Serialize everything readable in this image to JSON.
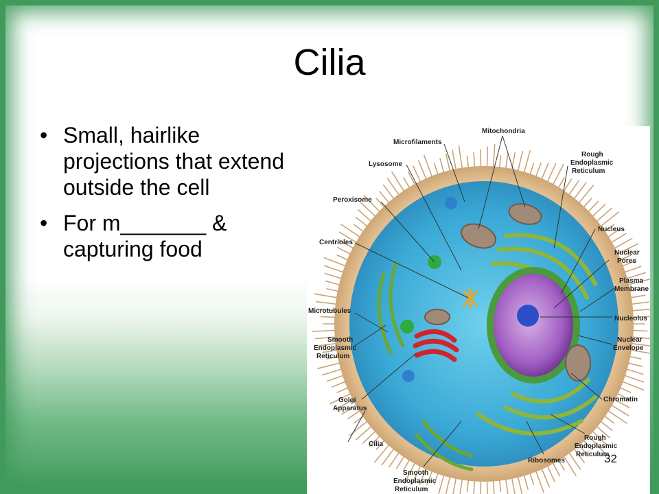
{
  "slide": {
    "title": "Cilia",
    "bullets": [
      "Small, hairlike projections that extend outside the cell",
      "For m_______ & capturing food"
    ],
    "page_number": "32"
  },
  "diagram": {
    "labels": {
      "mitochondria": "Mitochondria",
      "microfilaments": "Microfilaments",
      "lysosome": "Lysosome",
      "rough_er_top_1": "Rough",
      "rough_er_top_2": "Endoplasmic",
      "rough_er_top_3": "Reticulum",
      "peroxisome": "Peroxisome",
      "nucleus": "Nucleus",
      "centrioles": "Centrioles",
      "nuclear_pores_1": "Nuclear",
      "nuclear_pores_2": "Pores",
      "plasma_membrane_1": "Plasma",
      "plasma_membrane_2": "Membrane",
      "microtubules": "Microtubules",
      "nucleolus": "Nucleolus",
      "smooth_er_left_1": "Smooth",
      "smooth_er_left_2": "Endoplasmic",
      "smooth_er_left_3": "Reticulum",
      "nuclear_envelope_1": "Nuclear",
      "nuclear_envelope_2": "Envelope",
      "chromatin": "Chromatin",
      "golgi_1": "Golgi",
      "golgi_2": "Apparatus",
      "rough_er_bottom_1": "Rough",
      "rough_er_bottom_2": "Endoplasmic",
      "rough_er_bottom_3": "Reticulum",
      "cilia": "Cilia",
      "ribosomes": "Ribosomes",
      "smooth_er_bottom_1": "Smooth",
      "smooth_er_bottom_2": "Endoplasmic",
      "smooth_er_bottom_3": "Reticulum"
    }
  }
}
